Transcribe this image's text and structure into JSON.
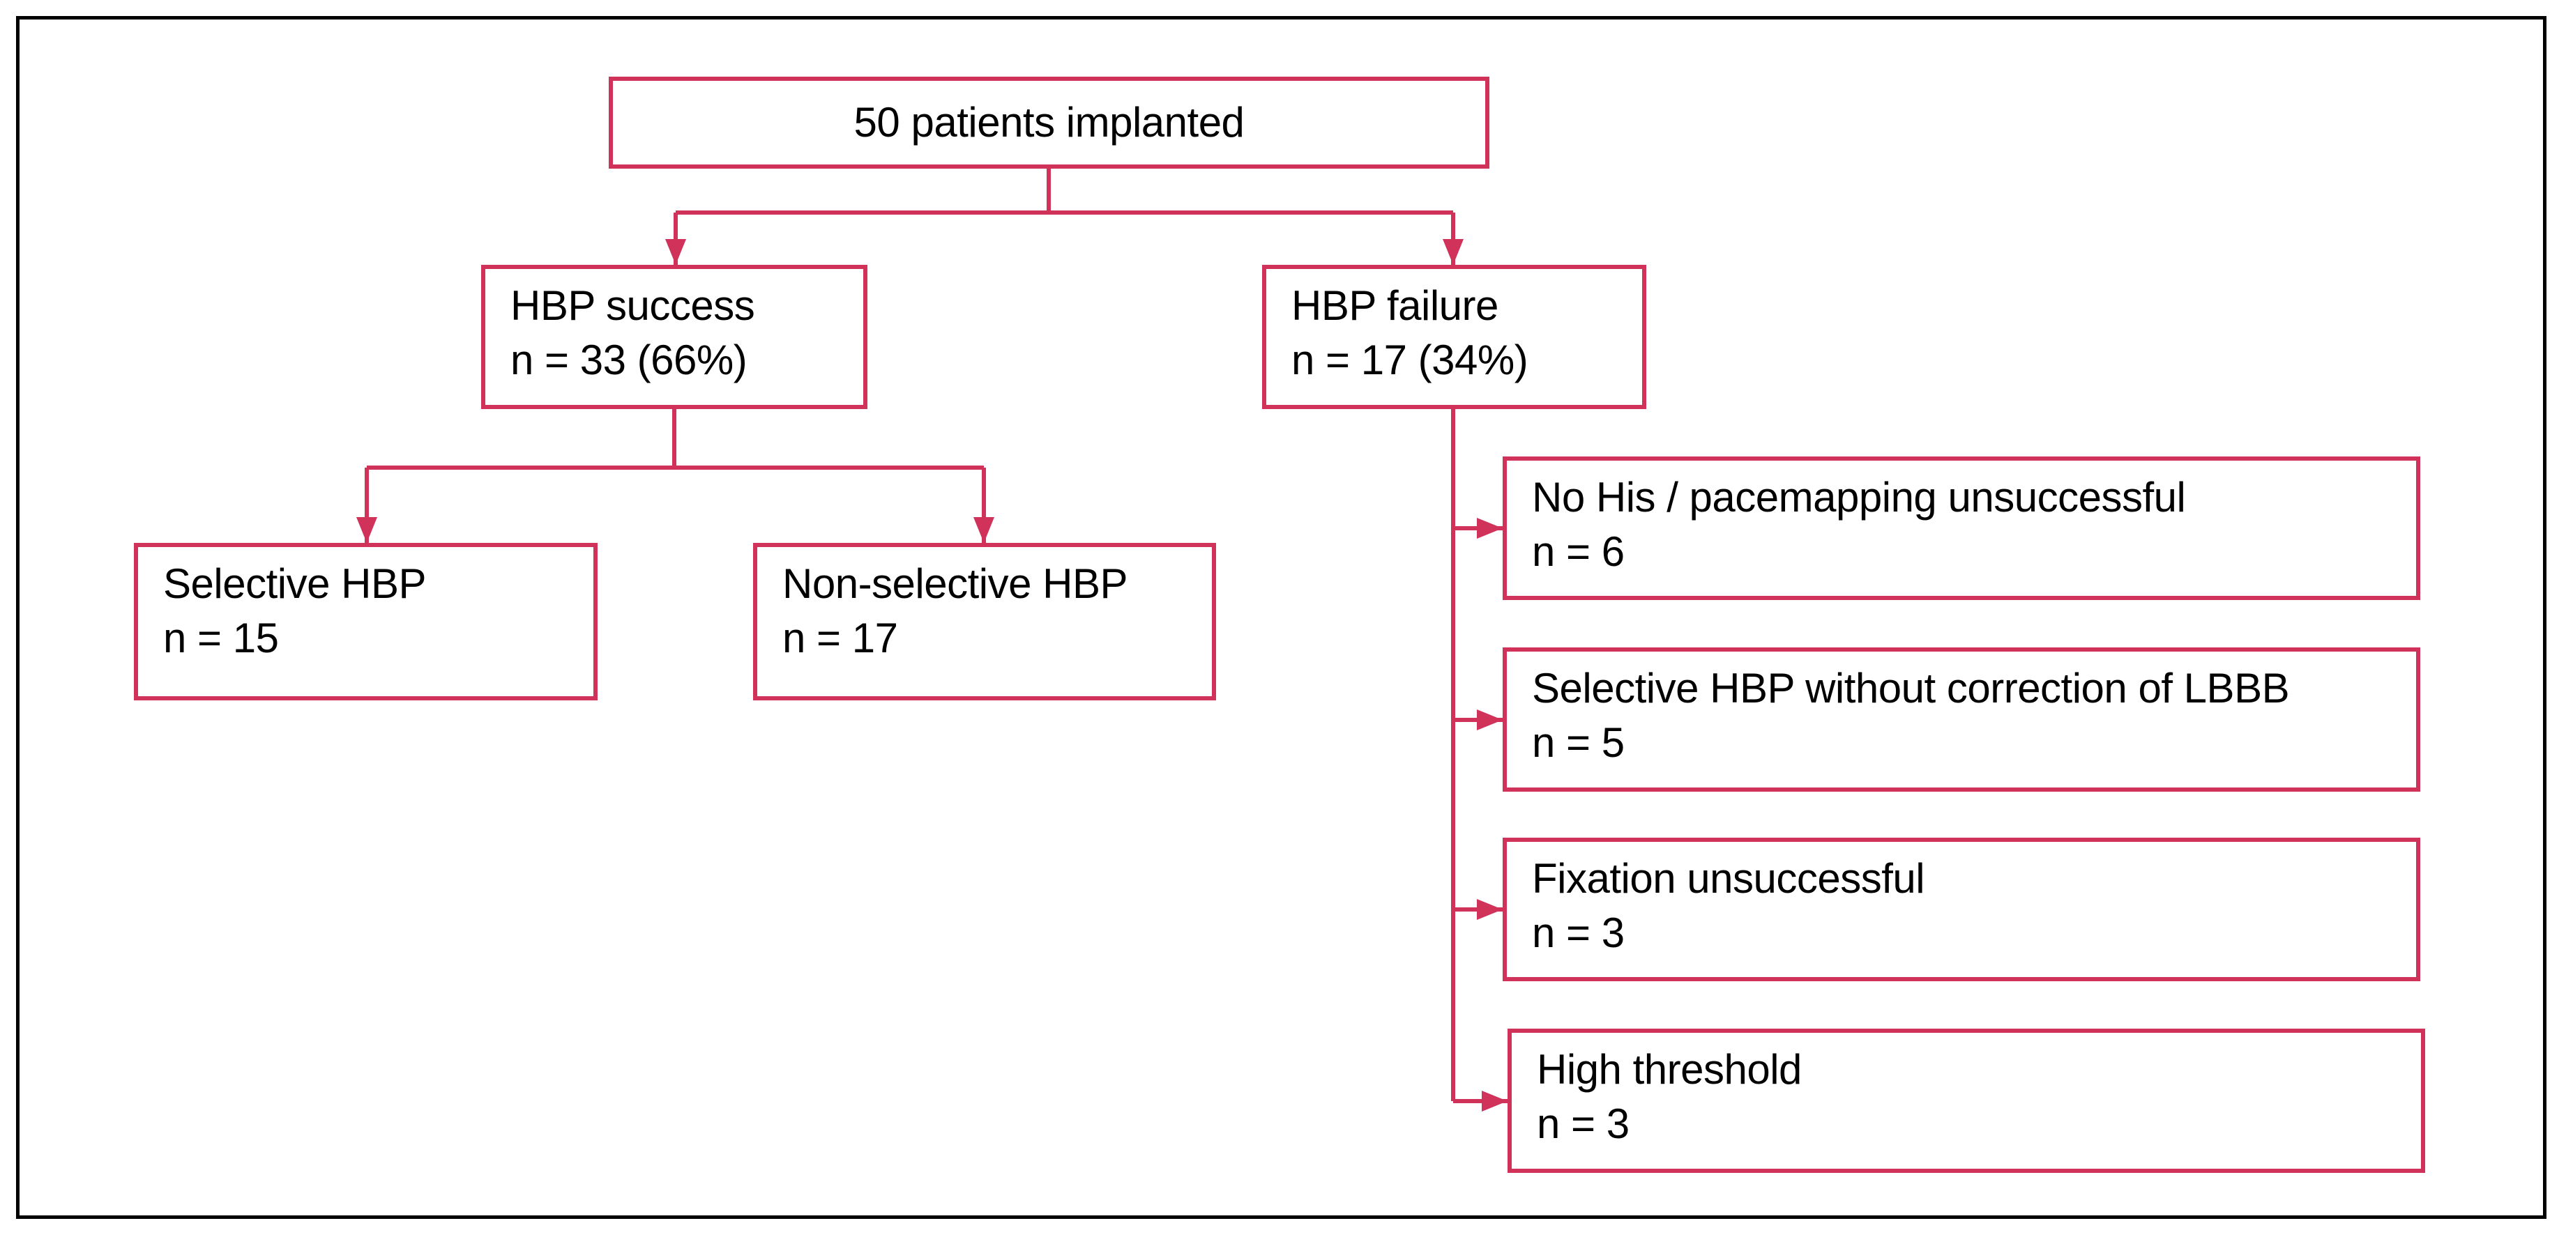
{
  "accent_color": "#d0325a",
  "root": {
    "label": "50 patients implanted"
  },
  "success": {
    "title": "HBP success",
    "count": "n = 33 (66%)"
  },
  "failure": {
    "title": "HBP failure",
    "count": "n = 17 (34%)"
  },
  "success_children": [
    {
      "title": "Selective HBP",
      "count": "n = 15"
    },
    {
      "title": "Non-selective HBP",
      "count": "n = 17"
    }
  ],
  "failure_children": [
    {
      "title": "No His / pacemapping unsuccessful",
      "count": "n = 6"
    },
    {
      "title": "Selective HBP without correction of LBBB",
      "count": "n = 5"
    },
    {
      "title": "Fixation unsuccessful",
      "count": "n = 3"
    },
    {
      "title": "High threshold",
      "count": "n = 3"
    }
  ]
}
